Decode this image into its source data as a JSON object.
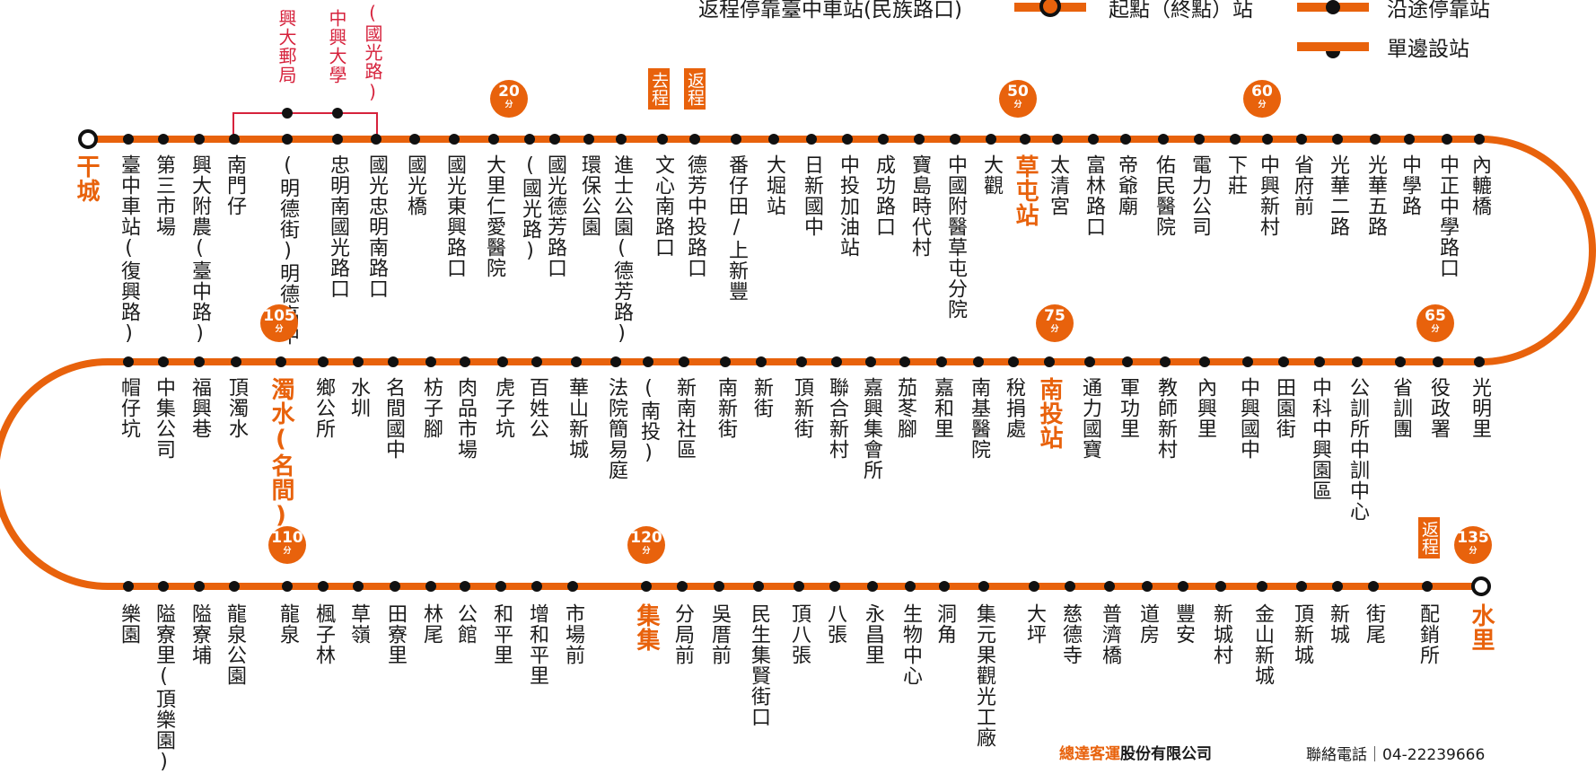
{
  "legend": {
    "return_stop": "返程停靠臺中車站(民族路口)",
    "terminal": "起點（終點）站",
    "along_stop": "沿途停靠站",
    "one_side": "單邊設站"
  },
  "route": {
    "start": "干城",
    "end": "水里",
    "row1": [
      "臺中車站(復興路)",
      "第三市場",
      "興大附農(臺中路)",
      "南門仔",
      "(明德街)明德高中",
      "忠明南國光路口",
      "國光忠明南路口",
      "國光橋",
      "國光東興路口",
      "大里仁愛醫院",
      "(國光路)",
      "國光德芳路口",
      "環保公園",
      "進士公園(德芳路)",
      "文心南路口",
      "德芳中投路口",
      "番仔田/上新豐",
      "大堀站",
      "日新國中",
      "中投加油站",
      "成功路口",
      "寶島時代村",
      "中國附醫草屯分院",
      "大觀",
      "草屯站",
      "太清宮",
      "富林路口",
      "帝爺廟",
      "佑民醫院",
      "電力公司",
      "下莊",
      "中興新村",
      "省府前",
      "光華二路",
      "光華五路",
      "中學路",
      "中正中學路口",
      "內轆橋"
    ],
    "row2": [
      "帽仔坑",
      "中集公司",
      "福興巷",
      "頂濁水",
      "濁水(名間)",
      "鄉公所",
      "水圳",
      "名間國中",
      "枋子腳",
      "肉品市場",
      "虎子坑",
      "百姓公",
      "華山新城",
      "法院簡易庭",
      "(南投)",
      "新南社區",
      "南新街",
      "新街",
      "頂新街",
      "聯合新村",
      "嘉興集會所",
      "茄苳腳",
      "嘉和里",
      "南基醫院",
      "稅捐處",
      "南投站",
      "通力國寶",
      "軍功里",
      "教師新村",
      "內興里",
      "中興國中",
      "田園街",
      "中科中興園區",
      "公訓所中訓中心",
      "省訓團",
      "役政署",
      "光明里"
    ],
    "row3": [
      "樂園",
      "隘寮里(頂樂園)",
      "隘寮埔",
      "龍泉公園",
      "龍泉",
      "楓子林",
      "草嶺",
      "田寮里",
      "林尾",
      "公館",
      "和平里",
      "增和平里",
      "市場前",
      "集集",
      "分局前",
      "吳厝前",
      "民生集賢街口",
      "頂八張",
      "八張",
      "永昌里",
      "生物中心",
      "洞角",
      "集元果觀光工廠",
      "大坪",
      "慈德寺",
      "普濟橋",
      "道房",
      "豐安",
      "新城村",
      "金山新城",
      "頂新城",
      "新城",
      "街尾",
      "配銷所"
    ],
    "branch": [
      "興大郵局",
      "中興大學",
      "(國光路)"
    ]
  },
  "badges": [
    {
      "value": "20",
      "unit": "分"
    },
    {
      "value": "50",
      "unit": "分"
    },
    {
      "value": "60",
      "unit": "分"
    },
    {
      "value": "65",
      "unit": "分"
    },
    {
      "value": "75",
      "unit": "分"
    },
    {
      "value": "105",
      "unit": "分"
    },
    {
      "value": "110",
      "unit": "分"
    },
    {
      "value": "120",
      "unit": "分"
    },
    {
      "value": "135",
      "unit": "分"
    }
  ],
  "tags": {
    "go": "去程",
    "back": "返程"
  },
  "footer": {
    "company_brand": "總達客運",
    "company_rest": "股份有限公司",
    "phone": "聯絡電話｜04-22239666"
  },
  "colors": {
    "line": "#e8620c",
    "stop": "#111111",
    "hub": "#e8620c",
    "branch": "#d6223c"
  }
}
